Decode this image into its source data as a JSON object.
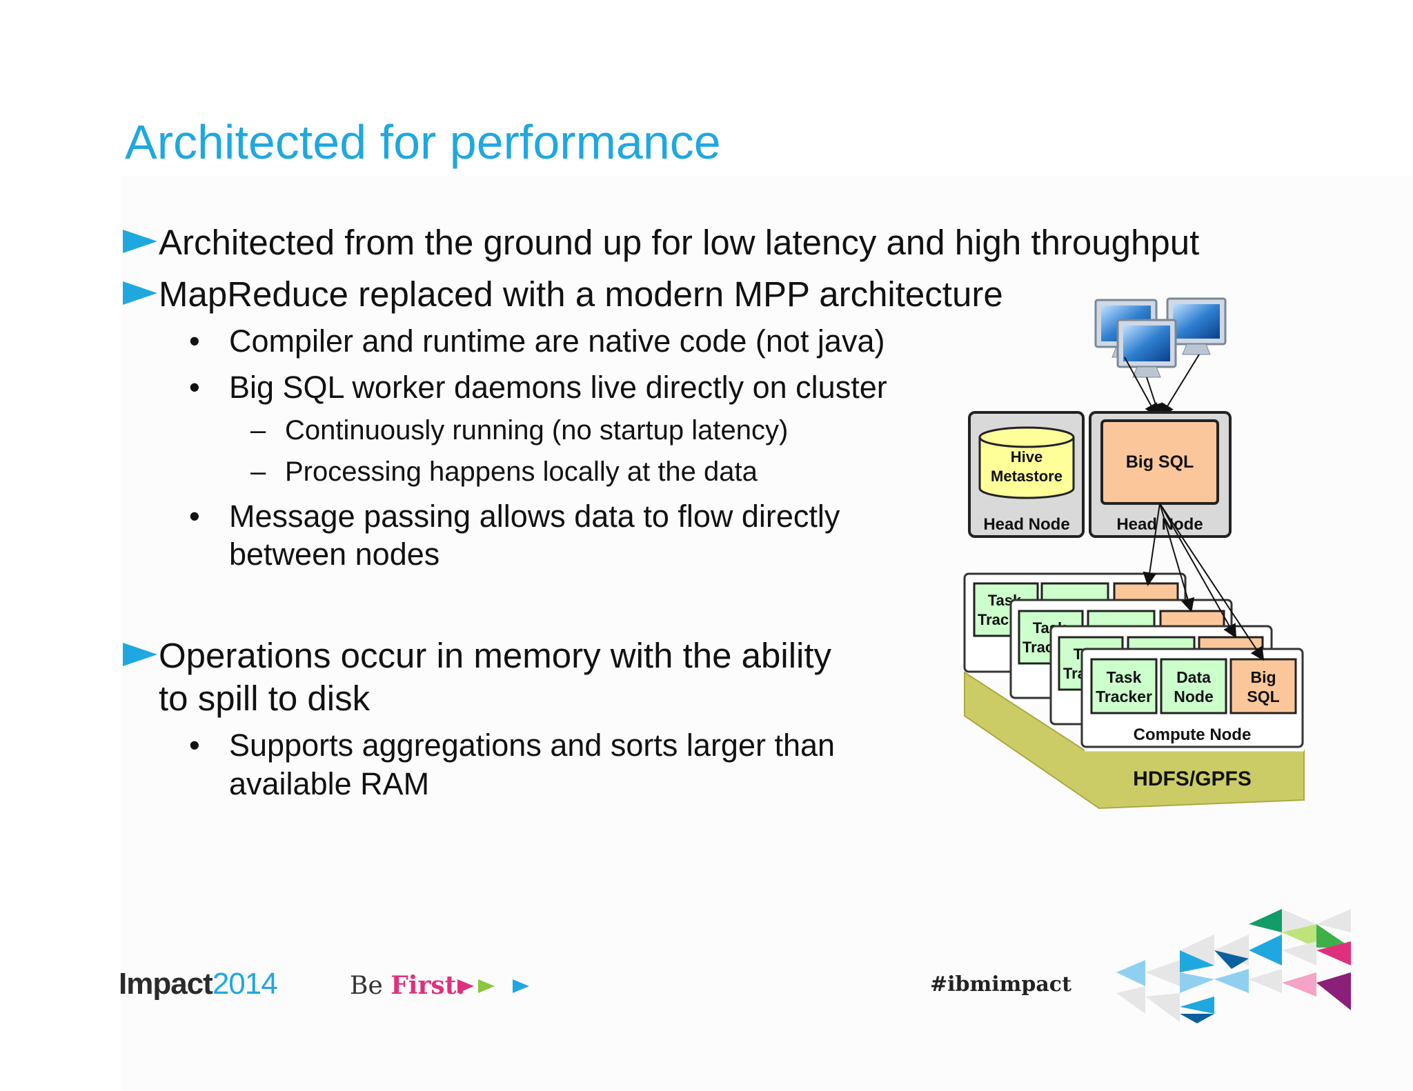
{
  "title": "Architected for performance",
  "bullets": {
    "b1": "Architected from the ground up for low latency and high throughput",
    "b2": "MapReduce replaced with a modern MPP architecture",
    "b2_1": "Compiler and runtime are native code (not java)",
    "b2_2": "Big SQL worker daemons live directly on cluster",
    "b2_2_1": "Continuously running (no startup latency)",
    "b2_2_2": "Processing happens locally at the data",
    "b2_3_line1": "Message passing allows data to flow directly",
    "b2_3_line2": "between nodes",
    "b3_line1": "Operations occur in memory with the ability",
    "b3_line2": "to spill to disk",
    "b3_1_line1": "Supports aggregations and sorts larger than",
    "b3_1_line2": "available RAM",
    "bullet_symbol": "•",
    "dash_symbol": "–"
  },
  "diagram": {
    "hive_metastore": [
      "Hive",
      "Metastore"
    ],
    "head_node_label": "Head Node",
    "big_sql": "Big SQL",
    "task_tracker": [
      "Task",
      "Tracker"
    ],
    "data_node": [
      "Data",
      "Node"
    ],
    "big_sql_short": [
      "Big",
      "SQL"
    ],
    "compute_node": "Compute Node",
    "storage": "HDFS/GPFS"
  },
  "footer": {
    "impact_word": "Impact",
    "impact_year": "2014",
    "be": "Be",
    "first": "First.",
    "hashtag": "#ibmimpact"
  },
  "colors": {
    "accent_blue": "#1fa8e0",
    "hive_yellow": "#ffff99",
    "bigsql_orange": "#fbc79a",
    "tracker_green": "#ccffcc",
    "storage_olive": "#cccc66",
    "first_pink": "#e0307d"
  }
}
